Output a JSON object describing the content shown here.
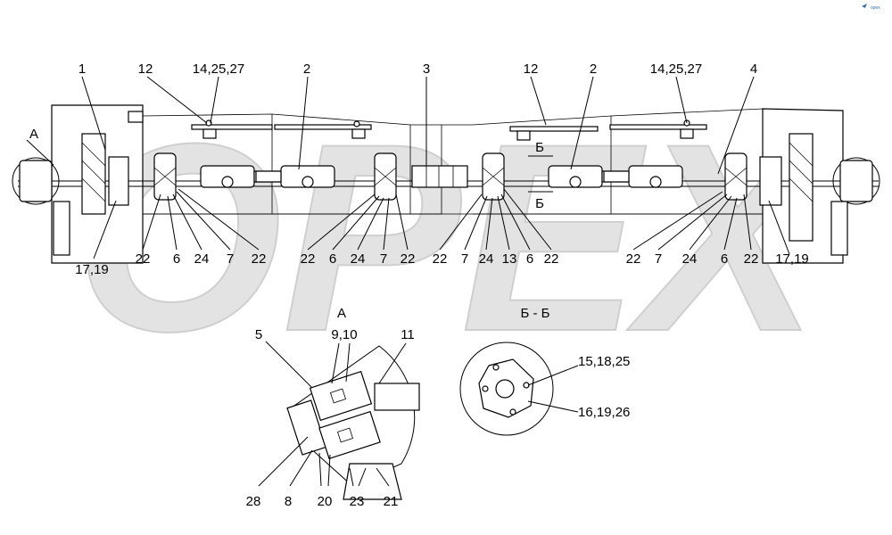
{
  "watermark": {
    "text": "ОРЕХ",
    "color": "#d9d9d9"
  },
  "logo": {
    "text": "орех"
  },
  "line_color": "#000000",
  "main_callouts": {
    "c1": "1",
    "c12a": "12",
    "c142527a": "14,25,27",
    "c2a": "2",
    "c3": "3",
    "c12b": "12",
    "c2b": "2",
    "c142527b": "14,25,27",
    "c4": "4",
    "cA": "А",
    "cB_top": "Б",
    "cB_bot": "Б",
    "c1719a": "17,19",
    "c1719b": "17,19"
  },
  "bottom_row": [
    "22",
    "6",
    "24",
    "7",
    "22",
    "22",
    "6",
    "24",
    "7",
    "22",
    "22",
    "7",
    "24",
    "13",
    "6",
    "22",
    "22",
    "7",
    "24",
    "6",
    "22"
  ],
  "detail_a": {
    "title": "А",
    "c5": "5",
    "c910": "9,10",
    "c11": "11",
    "c28": "28",
    "c8": "8",
    "c20": "20",
    "c23": "23",
    "c21": "21"
  },
  "section_bb": {
    "title": "Б - Б",
    "c151825": "15,18,25",
    "c161926": "16,19,26"
  }
}
